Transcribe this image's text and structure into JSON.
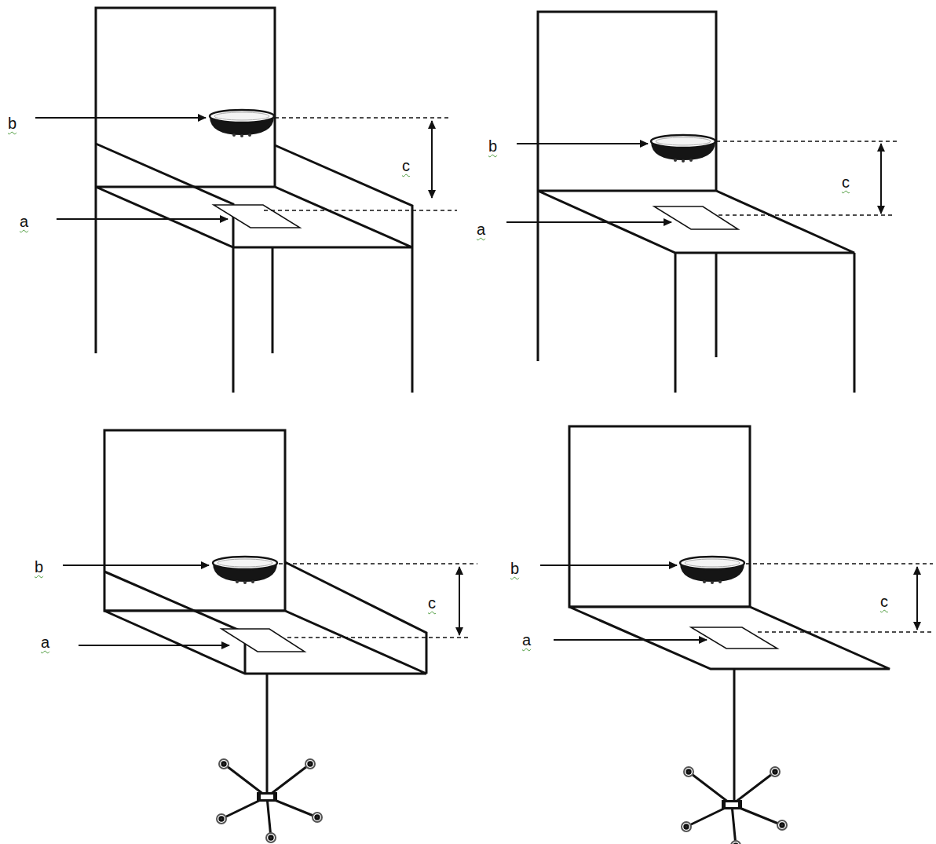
{
  "diagram": {
    "labels": [
      "b",
      "c",
      "a",
      "b",
      "c",
      "a",
      "b",
      "c",
      "a",
      "b",
      "c",
      "a"
    ]
  }
}
